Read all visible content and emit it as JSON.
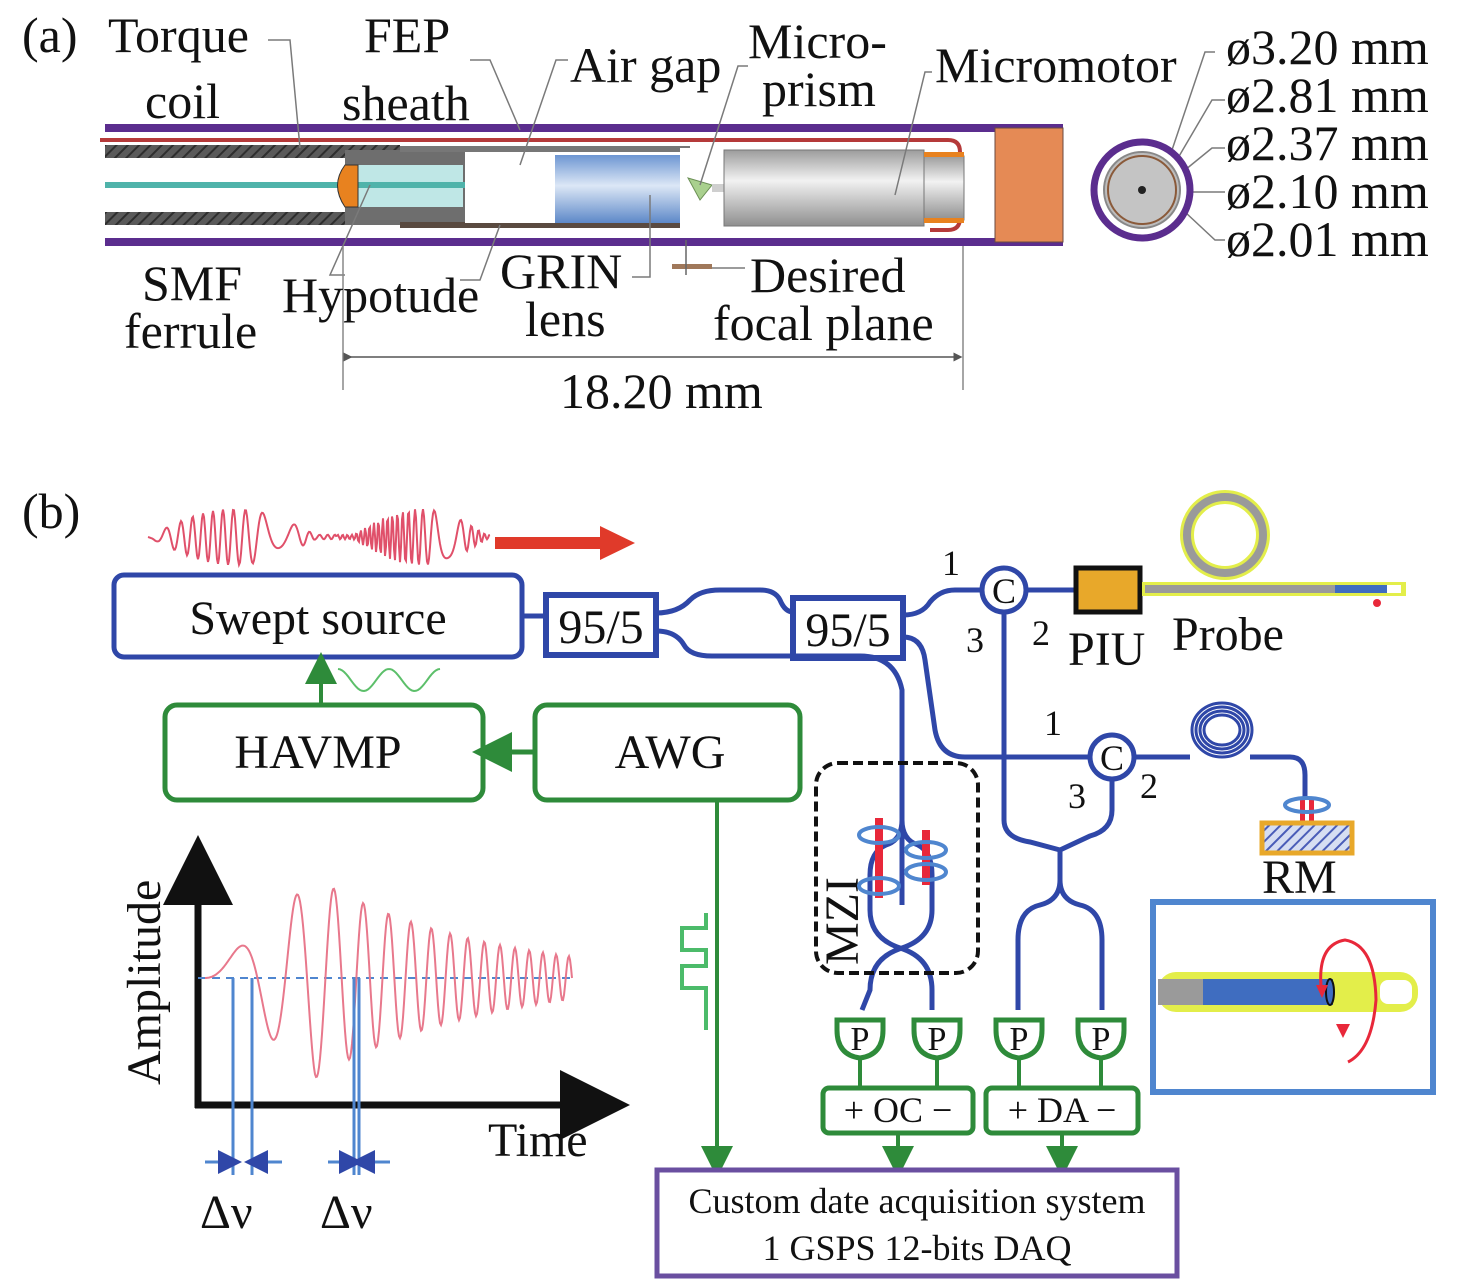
{
  "panel_a": {
    "tag": "(a)",
    "labels": {
      "torque_coil_1": "Torque",
      "torque_coil_2": "coil",
      "fep_1": "FEP",
      "fep_2": "sheath",
      "air_gap": "Air gap",
      "microprism_1": "Micro-",
      "microprism_2": "prism",
      "micromotor": "Micromotor",
      "smf_1": "SMF",
      "smf_2": "ferrule",
      "hypotube": "Hypotude",
      "grin_1": "GRIN",
      "grin_2": "lens",
      "focal_1": "Desired",
      "focal_2": "focal plane",
      "length": "18.20 mm"
    },
    "diameters": [
      "ø3.20 mm",
      "ø2.81 mm",
      "ø2.37 mm",
      "ø2.10 mm",
      "ø2.01 mm"
    ],
    "colors": {
      "sheath": "#5b2d8e",
      "torque_coil": "#7a2a30",
      "ferrule": "#e8821f",
      "hypotube_fill": "#bfe7e6",
      "fiber": "#4fb3aa",
      "grin": "#7fa6d8",
      "prism": "#a9d08e",
      "motor": "#c9c9c9",
      "endcap": "#e58a55"
    }
  },
  "panel_b": {
    "tag": "(b)",
    "blocks": {
      "swept_source": "Swept source",
      "coupler_1": "95/5",
      "coupler_2": "95/5",
      "havmp": "HAVMP",
      "awg": "AWG",
      "piu": "PIU",
      "probe": "Probe",
      "rm": "RM",
      "mzi": "MZI",
      "circulator": "C",
      "detector": "P",
      "oc": "+ OC −",
      "da": "+ DA −",
      "daq_1": "Custom date acquisition system",
      "daq_2": "1 GSPS 12-bits DAQ"
    },
    "ports": {
      "c1_p1": "1",
      "c1_p2": "2",
      "c1_p3": "3",
      "c2_p1": "1",
      "c2_p2": "2",
      "c2_p3": "3"
    },
    "inset_plot": {
      "ylabel": "Amplitude",
      "xlabel": "Time",
      "delta_1": "Δν",
      "delta_2": "Δν"
    },
    "colors": {
      "optical": "#2f47a8",
      "electrical": "#2e8b3a",
      "signal": "#e0506a",
      "arrow": "#e03a2a",
      "daq_border": "#6a4fa0",
      "probe_outline": "#e3ee4a",
      "piu": "#e8a82a",
      "inset_border": "#4f86cf"
    }
  }
}
